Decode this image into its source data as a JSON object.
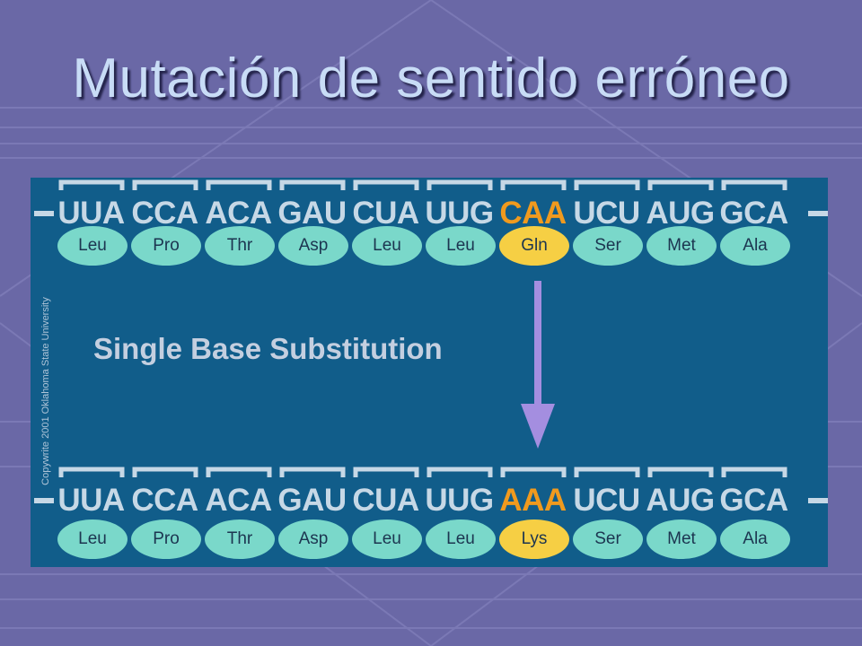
{
  "slide": {
    "title": "Mutación de sentido erróneo"
  },
  "figure": {
    "copyright": "Copywrite 2001 Oklahoma State University",
    "substitution_label": "Single Base Substitution",
    "colors": {
      "panel": "#115d8a",
      "base_text": "#c6d8e6",
      "mutated_base": "#f09a1e",
      "amino_acid": "#7ad8ca",
      "mutated_amino_acid": "#f6cf44",
      "arrow": "#a48ee0"
    },
    "original": {
      "codons": [
        "UUA",
        "CCA",
        "ACA",
        "GAU",
        "CUA",
        "UUG",
        "CAA",
        "UCU",
        "AUG",
        "GCA"
      ],
      "amino_acids": [
        "Leu",
        "Pro",
        "Thr",
        "Asp",
        "Leu",
        "Leu",
        "Gln",
        "Ser",
        "Met",
        "Ala"
      ]
    },
    "mutated": {
      "codons": [
        "UUA",
        "CCA",
        "ACA",
        "GAU",
        "CUA",
        "UUG",
        "AAA",
        "UCU",
        "AUG",
        "GCA"
      ],
      "amino_acids": [
        "Leu",
        "Pro",
        "Thr",
        "Asp",
        "Leu",
        "Leu",
        "Lys",
        "Ser",
        "Met",
        "Ala"
      ]
    },
    "mutation_index": 6
  }
}
